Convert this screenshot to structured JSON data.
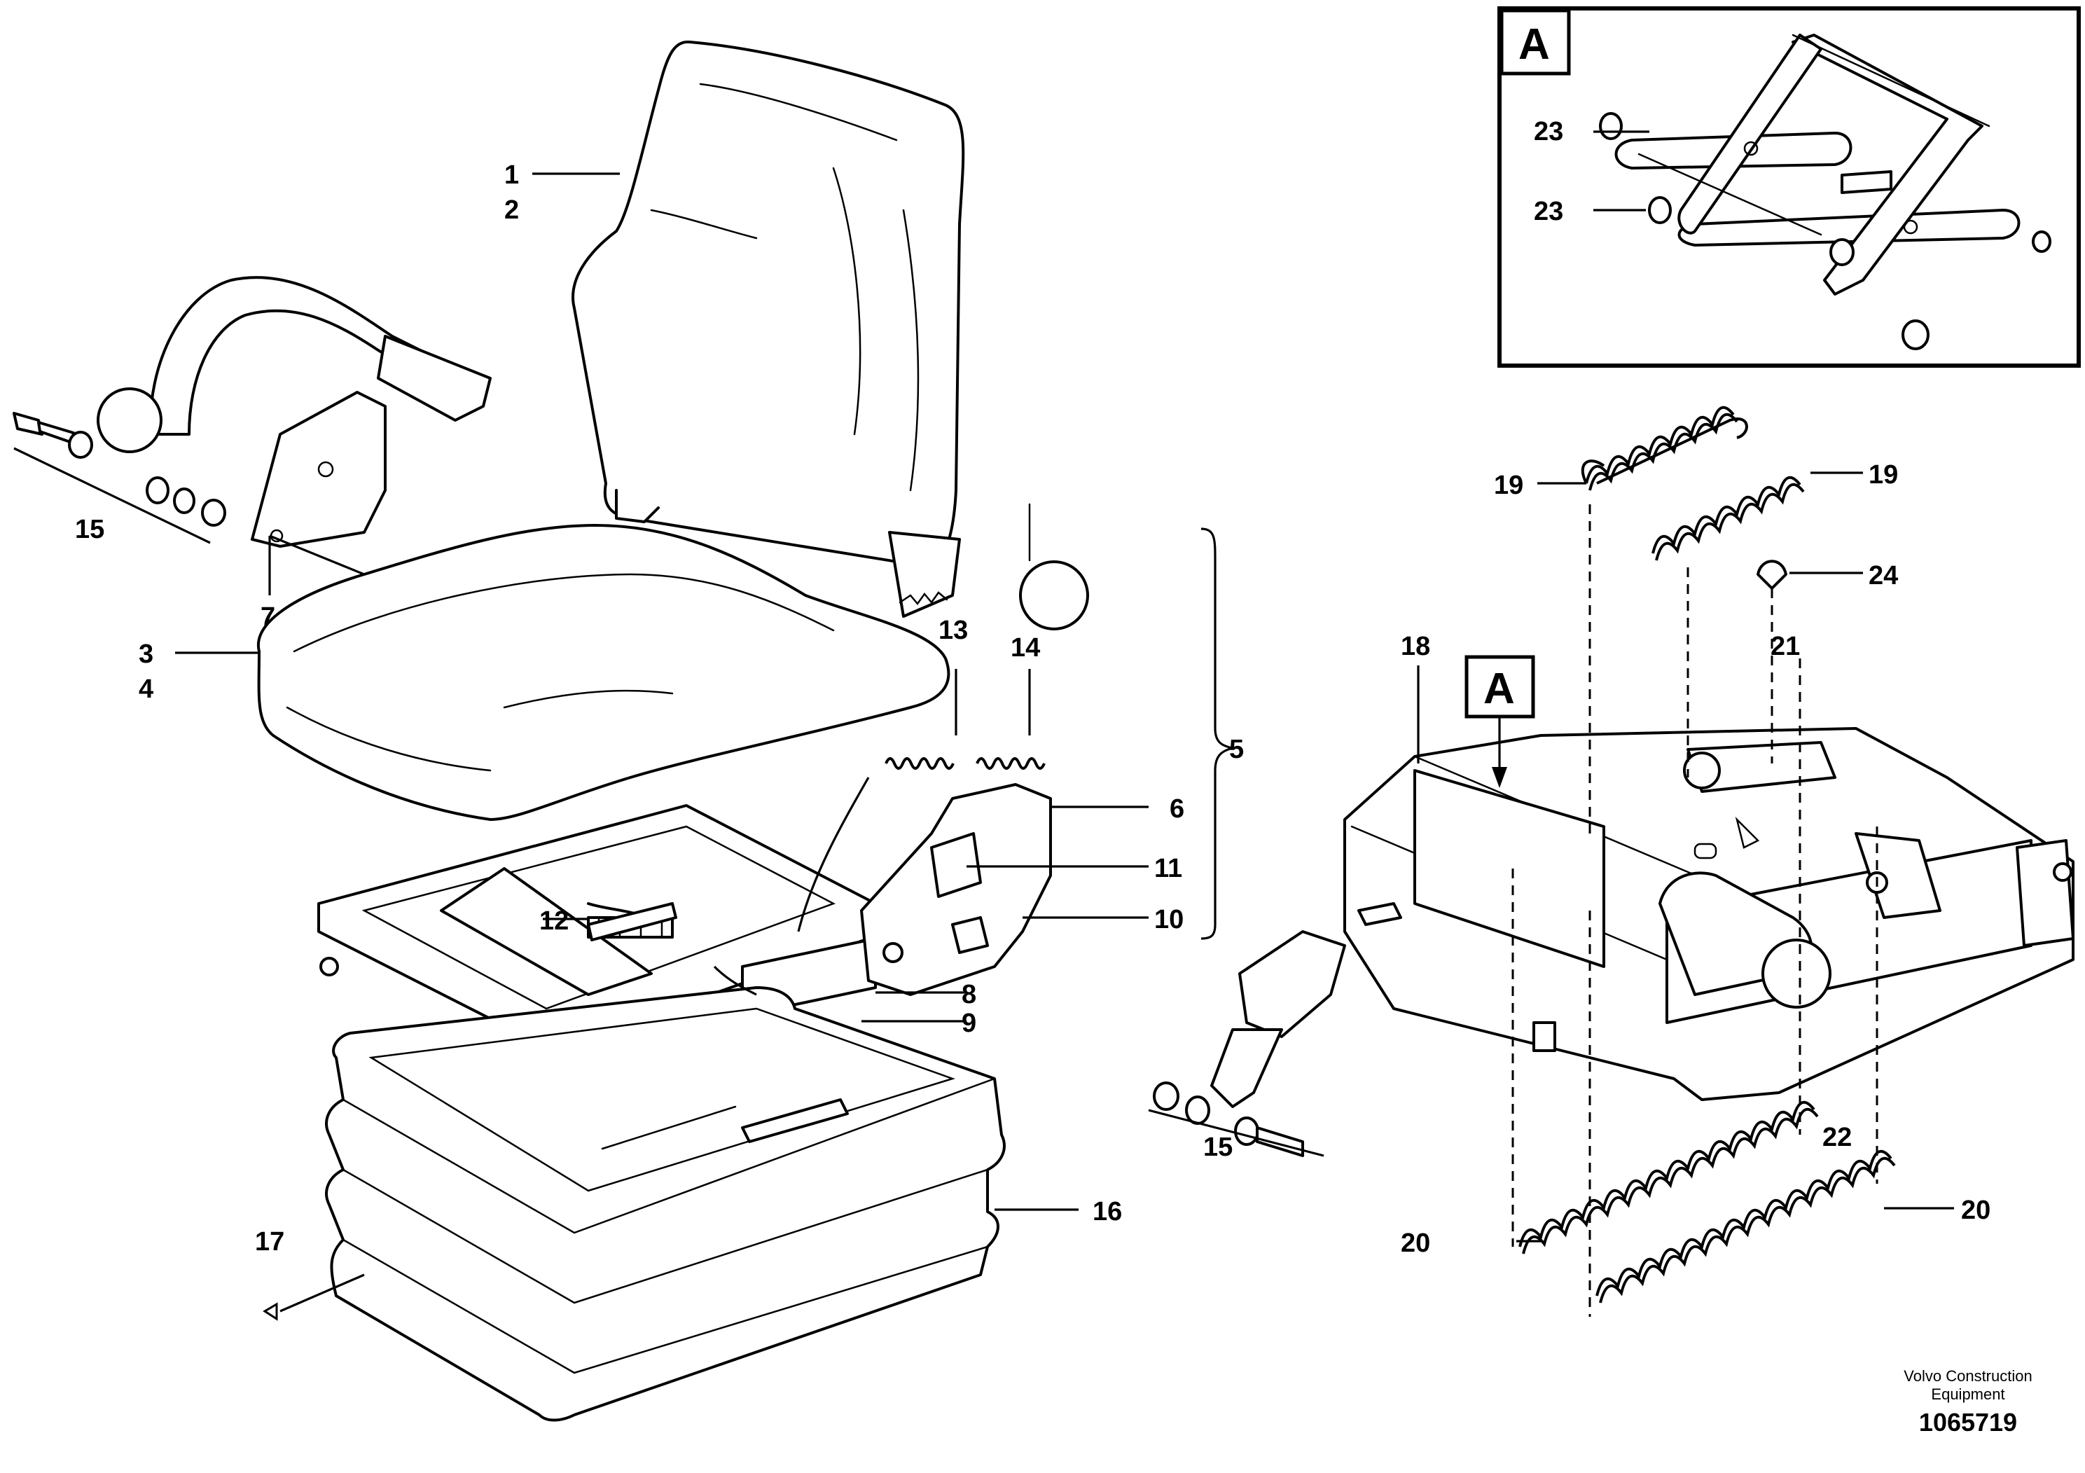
{
  "callouts": {
    "c1": "1",
    "c2": "2",
    "c3": "3",
    "c4": "4",
    "c5": "5",
    "c6": "6",
    "c7": "7",
    "c8": "8",
    "c9": "9",
    "c10": "10",
    "c11": "11",
    "c12": "12",
    "c13": "13",
    "c14": "14",
    "c15a": "15",
    "c15b": "15",
    "c16": "16",
    "c17": "17",
    "c18": "18",
    "c19a": "19",
    "c19b": "19",
    "c20a": "20",
    "c20b": "20",
    "c21": "21",
    "c22": "22",
    "c23a": "23",
    "c23b": "23",
    "c24": "24"
  },
  "detail": {
    "inset_label": "A",
    "pointer_label": "A"
  },
  "footer": {
    "company_line1": "Volvo Construction",
    "company_line2": "Equipment",
    "drawing_number": "1065719"
  }
}
